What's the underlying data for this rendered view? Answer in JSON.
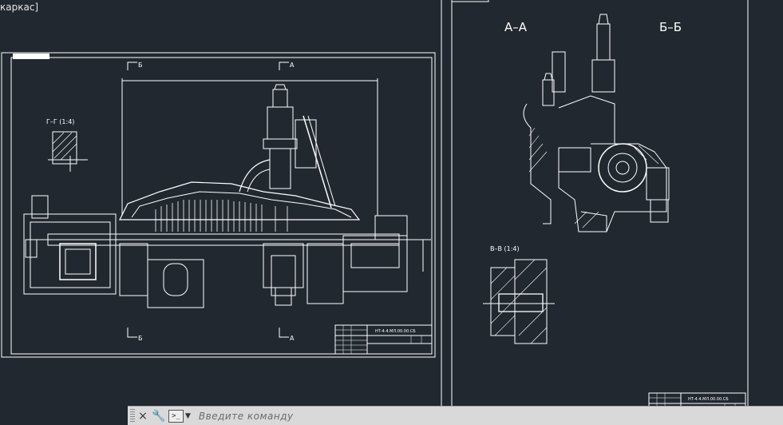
{
  "viewport": {
    "label": "каркас]"
  },
  "left_sheet": {
    "section_g": "Г–Г (1:4)",
    "cut_labels": {
      "b_top": "Б",
      "a_top": "А",
      "b_bottom": "Б",
      "a_bottom": "А"
    },
    "title_block": {
      "line1": "НТ-4.4.МЛ.00.00.СБ"
    }
  },
  "right_sheet": {
    "section_aa": "А–А",
    "section_bb": "Б–Б",
    "section_vv": "В–В (1:4)",
    "title_block": {
      "line1": "НТ-4.4.МЛ.00.00.СБ"
    }
  },
  "command_line": {
    "close_icon": "×",
    "wrench_icon": "🔧",
    "prompt_icon": ">_",
    "placeholder": "Введите команду"
  },
  "colors": {
    "background": "#212830",
    "lines": "#ffffff",
    "cmdbar": "#d9d9d9"
  }
}
